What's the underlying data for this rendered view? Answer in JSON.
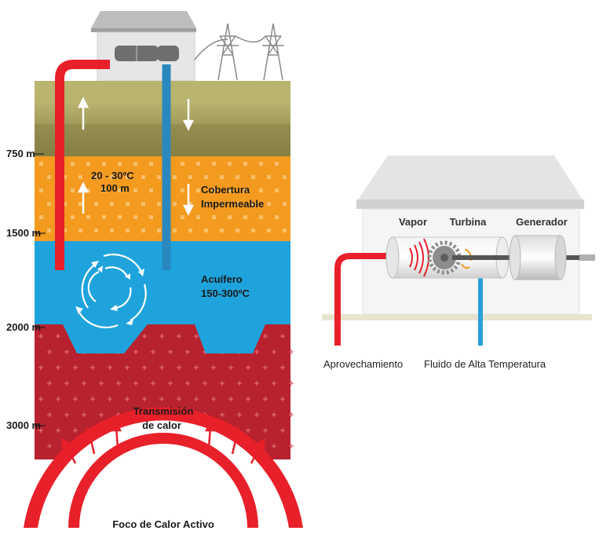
{
  "depths": [
    "750 m",
    "1500 m",
    "2000 m",
    "3000 m"
  ],
  "layers": {
    "impermeable_temp": "20 - 30ºC",
    "impermeable_depth": "100 m",
    "impermeable_name_1": "Cobertura",
    "impermeable_name_2": "Impermeable",
    "aquifer_name": "Acuífero",
    "aquifer_temp": "150-300ºC",
    "heat_transfer_1": "Transmisión",
    "heat_transfer_2": "de calor",
    "heat_source": "Foco de Calor Activo"
  },
  "plant": {
    "vapor": "Vapor",
    "turbine": "Turbina",
    "generator": "Generador",
    "use_label": "Aprovechamiento",
    "fluid_label": "Fluido de Alta Temperatura"
  },
  "colors": {
    "surface": "#b9b46e",
    "soil": "#8b8448",
    "impermeable": "#f39a1f",
    "aquifer": "#1ea3dc",
    "rock": "#b8222e",
    "hot_pipe": "#e8202a",
    "cold_pipe": "#2a88bf"
  }
}
